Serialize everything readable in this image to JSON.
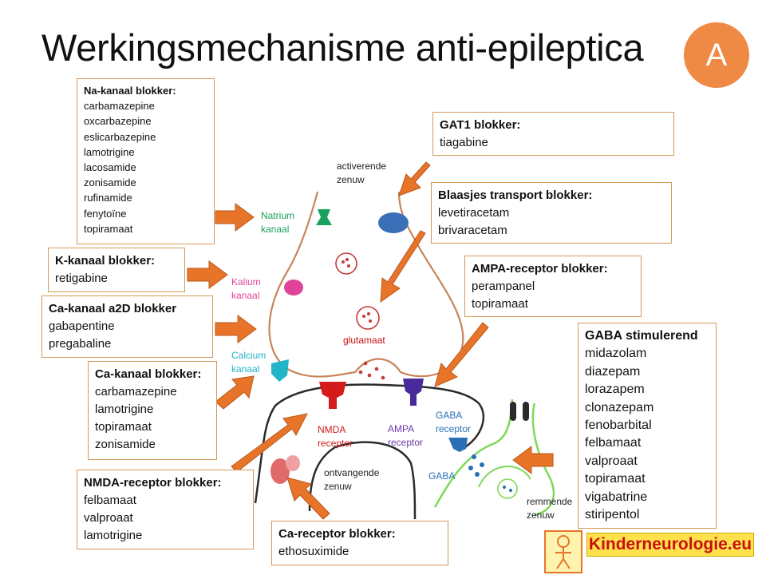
{
  "slide": {
    "title": "Werkingsmechanisme anti-epileptica",
    "badge": "A"
  },
  "colors": {
    "accent_orange": "#ee8a44",
    "arrow_orange": "#e8742a",
    "box_border": "#d4985a",
    "activating_neuron": "#c8845c",
    "receiving_neuron": "#2b2b2b",
    "inhibiting_neuron": "#7ed957",
    "natrium": "#1aa05a",
    "kalium": "#e0449a",
    "calcium": "#22b5c7",
    "nmda": "#d41a1a",
    "ampa": "#4a2a9a",
    "gaba": "#2a6fb5",
    "vesicle": "#c43a3a"
  },
  "boxes": {
    "na": {
      "heading": "Na-kanaal blokker:",
      "items": [
        "carbamazepine",
        "oxcarbazepine",
        "eslicarbazepine",
        "lamotrigine",
        "lacosamide",
        "zonisamide",
        "rufinamide",
        "fenytoïne",
        "topiramaat"
      ]
    },
    "k": {
      "heading": "K-kanaal blokker:",
      "items": [
        "retigabine"
      ]
    },
    "ca_a2d": {
      "heading": "Ca-kanaal a2D blokker",
      "items": [
        "gabapentine",
        "pregabaline"
      ]
    },
    "ca": {
      "heading": "Ca-kanaal blokker:",
      "items": [
        "carbamazepine",
        "lamotrigine",
        "topiramaat",
        "zonisamide"
      ]
    },
    "nmda": {
      "heading": "NMDA-receptor blokker:",
      "items": [
        "felbamaat",
        "valproaat",
        "lamotrigine"
      ]
    },
    "ca_receptor": {
      "heading": "Ca-receptor blokker:",
      "items": [
        "ethosuximide"
      ]
    },
    "gat1": {
      "heading": "GAT1 blokker:",
      "items": [
        "tiagabine"
      ]
    },
    "vesicle_transport": {
      "heading": "Blaasjes transport blokker:",
      "items": [
        "levetiracetam",
        "brivaracetam"
      ]
    },
    "ampa": {
      "heading": "AMPA-receptor blokker:",
      "items": [
        "perampanel",
        "topiramaat"
      ]
    },
    "gaba": {
      "heading": "GABA stimulerend",
      "items": [
        "midazolam",
        "diazepam",
        "lorazapem",
        "clonazepam",
        "fenobarbital",
        "felbamaat",
        "valproaat",
        "topiramaat",
        "vigabatrine",
        "stiripentol"
      ]
    }
  },
  "diagram_labels": {
    "activating_neuron": [
      "activerende",
      "zenuw"
    ],
    "natrium_channel": [
      "Natrium",
      "kanaal"
    ],
    "kalium_channel": [
      "Kalium",
      "kanaal"
    ],
    "calcium_channel": [
      "Calcium",
      "kanaal"
    ],
    "glutamate": "glutamaat",
    "nmda_receptor": [
      "NMDA",
      "receptor"
    ],
    "ampa_receptor": [
      "AMPA",
      "receptor"
    ],
    "gaba_receptor": [
      "GABA",
      "receptor"
    ],
    "gaba": "GABA",
    "receiving_neuron": [
      "ontvangende",
      "zenuw"
    ],
    "inhibiting_neuron": [
      "remmende",
      "zenuw"
    ]
  },
  "logo": {
    "text": "Kinderneurologie.eu"
  }
}
